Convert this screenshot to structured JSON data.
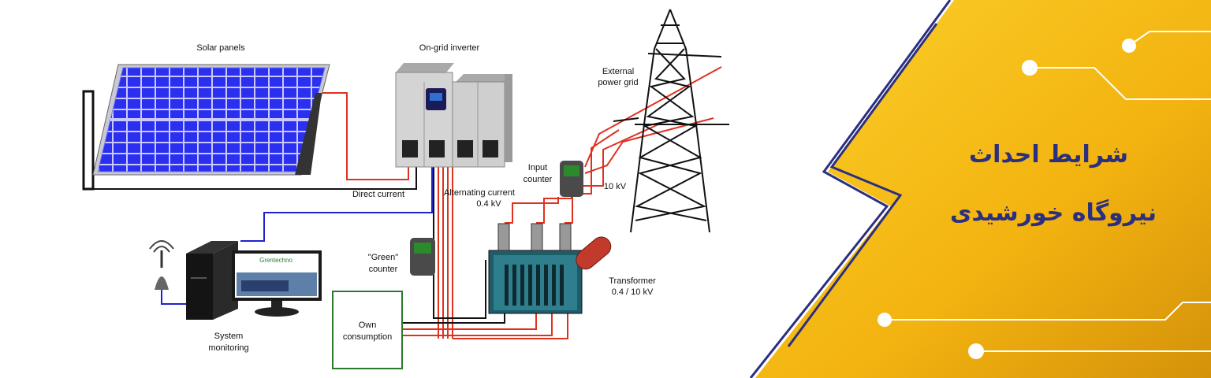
{
  "banner": {
    "title_line1": "شرایط احداث",
    "title_line2": "نیروگاه خورشیدی",
    "colors": {
      "yellow": "#f7c21a",
      "dark_yellow": "#d99a0c",
      "navy": "#2b2f7f"
    }
  },
  "diagram": {
    "labels": {
      "solar_panels": "Solar panels",
      "inverter": "On-grid inverter",
      "external_grid_1": "External",
      "external_grid_2": "power grid",
      "direct_current": "Direct current",
      "alternating_current_1": "Alternating current",
      "alternating_current_2": "0.4 kV",
      "input_counter_1": "Input",
      "input_counter_2": "counter",
      "voltage_10kv": "10 kV",
      "green_counter_1": "\"Green\"",
      "green_counter_2": "counter",
      "transformer_1": "Transformer",
      "transformer_2": "0.4 / 10 kV",
      "own_consumption_1": "Own",
      "own_consumption_2": "consumption",
      "system_monitoring_1": "System",
      "system_monitoring_2": "monitoring",
      "monitor_brand": "Grentechno"
    }
  }
}
